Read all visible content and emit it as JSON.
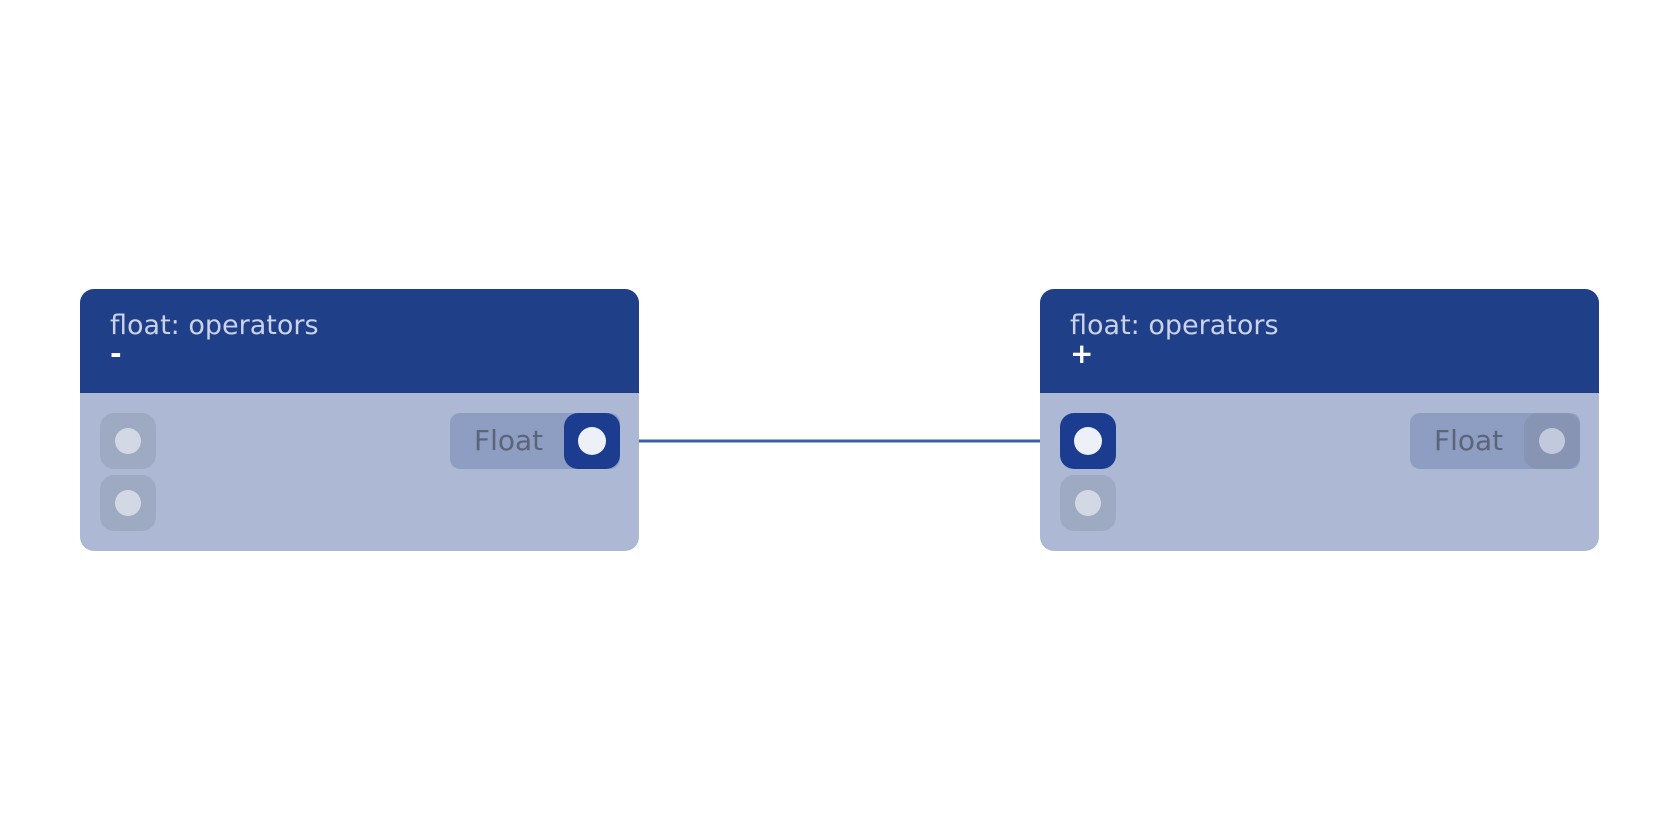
{
  "nodes": [
    {
      "id": "left",
      "title": "float: operators",
      "operator": "-",
      "output_label": "Float",
      "output_connected": true,
      "inputs_connected": [
        false,
        false
      ]
    },
    {
      "id": "right",
      "title": "float: operators",
      "operator": "+",
      "output_label": "Float",
      "output_connected": false,
      "inputs_connected": [
        true,
        false
      ]
    }
  ],
  "connections": [
    {
      "from": "left.output",
      "to": "right.input_1"
    }
  ],
  "colors": {
    "header": "#1f3f89",
    "body": "#adb9d4",
    "wire": "#3e5fa8",
    "active_socket": "#1b3c8f"
  }
}
